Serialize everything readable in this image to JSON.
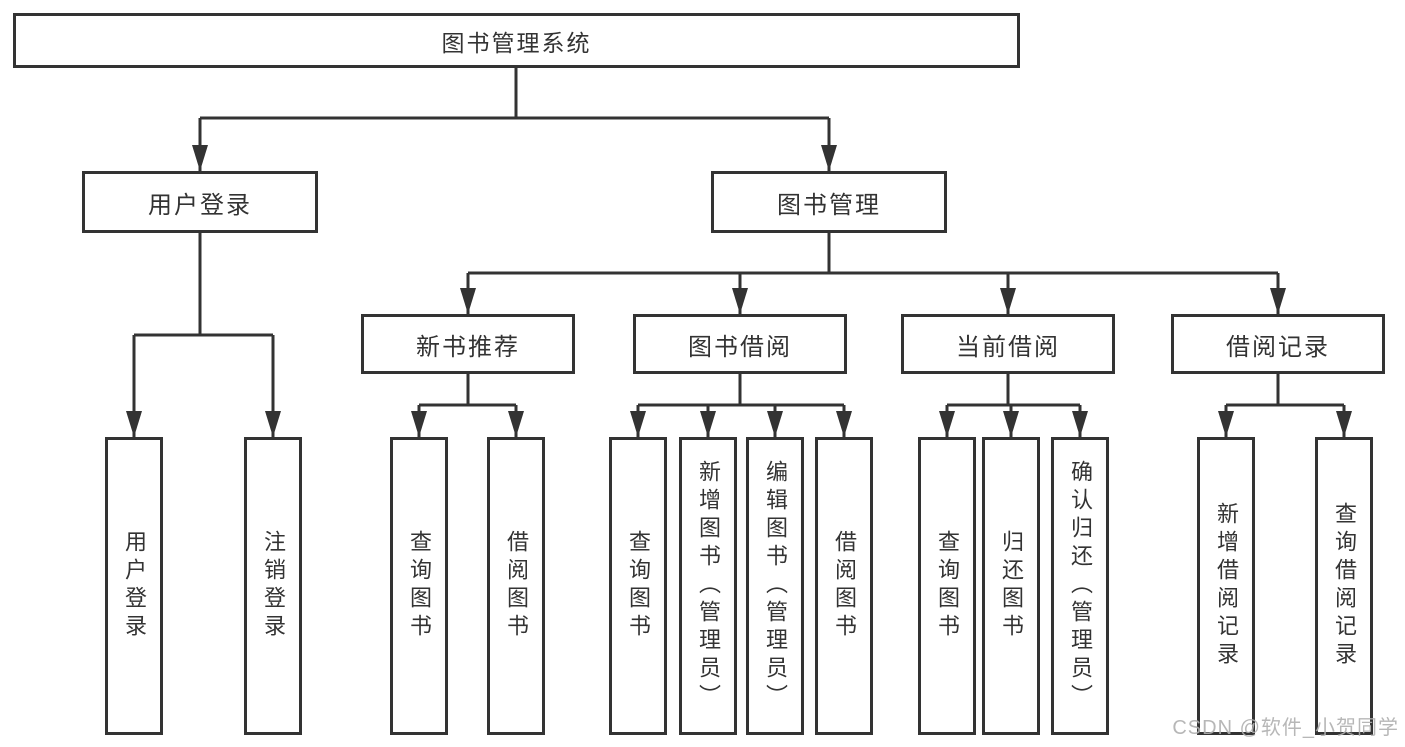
{
  "diagram_title": "图书管理系统",
  "tree": {
    "label": "图书管理系统",
    "children": [
      {
        "label": "用户登录",
        "children": [
          {
            "label": "用户登录"
          },
          {
            "label": "注销登录"
          }
        ]
      },
      {
        "label": "图书管理",
        "children": [
          {
            "label": "新书推荐",
            "children": [
              {
                "label": "查询图书"
              },
              {
                "label": "借阅图书"
              }
            ]
          },
          {
            "label": "图书借阅",
            "children": [
              {
                "label": "查询图书"
              },
              {
                "label": "新增图书（管理员）"
              },
              {
                "label": "编辑图书（管理员）"
              },
              {
                "label": "借阅图书"
              }
            ]
          },
          {
            "label": "当前借阅",
            "children": [
              {
                "label": "查询图书"
              },
              {
                "label": "归还图书"
              },
              {
                "label": "确认归还（管理员）"
              }
            ]
          },
          {
            "label": "借阅记录",
            "children": [
              {
                "label": "新增借阅记录"
              },
              {
                "label": "查询借阅记录"
              }
            ]
          }
        ]
      }
    ]
  },
  "watermark": {
    "text": "CSDN @软件_小贺同学"
  },
  "colors": {
    "line": "#333333",
    "text": "#333333",
    "box_background": "#ffffff",
    "watermark": "#b0b0b0"
  }
}
